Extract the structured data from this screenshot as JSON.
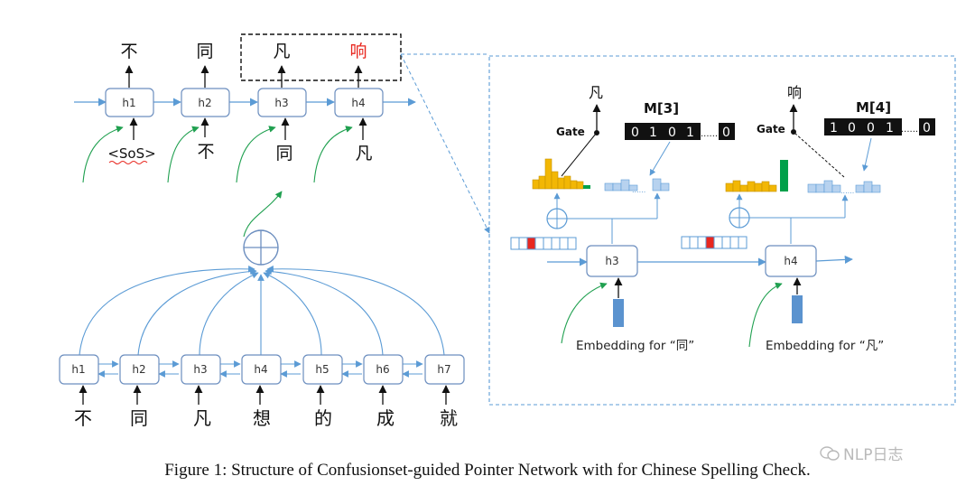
{
  "top_decoder": {
    "outputs": [
      "不",
      "同",
      "凡",
      "响"
    ],
    "outputs_highlight_color": "#e8271f",
    "nodes": [
      "h1",
      "h2",
      "h3",
      "h4"
    ],
    "inputs": [
      "<SoS>",
      "不",
      "同",
      "凡"
    ]
  },
  "encoder": {
    "nodes": [
      "h1",
      "h2",
      "h3",
      "h4",
      "h5",
      "h6",
      "h7"
    ],
    "inputs": [
      "不",
      "同",
      "凡",
      "想",
      "的",
      "成",
      "就"
    ],
    "attention_symbol": "⊕"
  },
  "detail_panel": {
    "left": {
      "output_char": "凡",
      "gate_label": "Gate",
      "memory_title": "M[3]",
      "memory_bits": [
        "0",
        "1",
        "0",
        "1"
      ],
      "memory_dots": "......",
      "memory_last": "0",
      "hidden_label": "h3",
      "embedding_label": "Embedding for “同”"
    },
    "right": {
      "output_char": "响",
      "gate_label": "Gate",
      "memory_title": "M[4]",
      "memory_bits": [
        "1",
        "0",
        "0",
        "1"
      ],
      "memory_dots": "......",
      "memory_last": "0",
      "hidden_label": "h4",
      "embedding_label": "Embedding for “凡”"
    }
  },
  "colors": {
    "node_stroke": "#6c8ebf",
    "arrow_blue": "#5b9bd5",
    "gold": "#f2b705",
    "green": "#00a04a",
    "light_blue": "#b7d2ef",
    "red": "#e8271f"
  },
  "caption": "Figure 1: Structure of Confusionset-guided Pointer Network with for Chinese Spelling Check.",
  "watermark": "NLP日志"
}
